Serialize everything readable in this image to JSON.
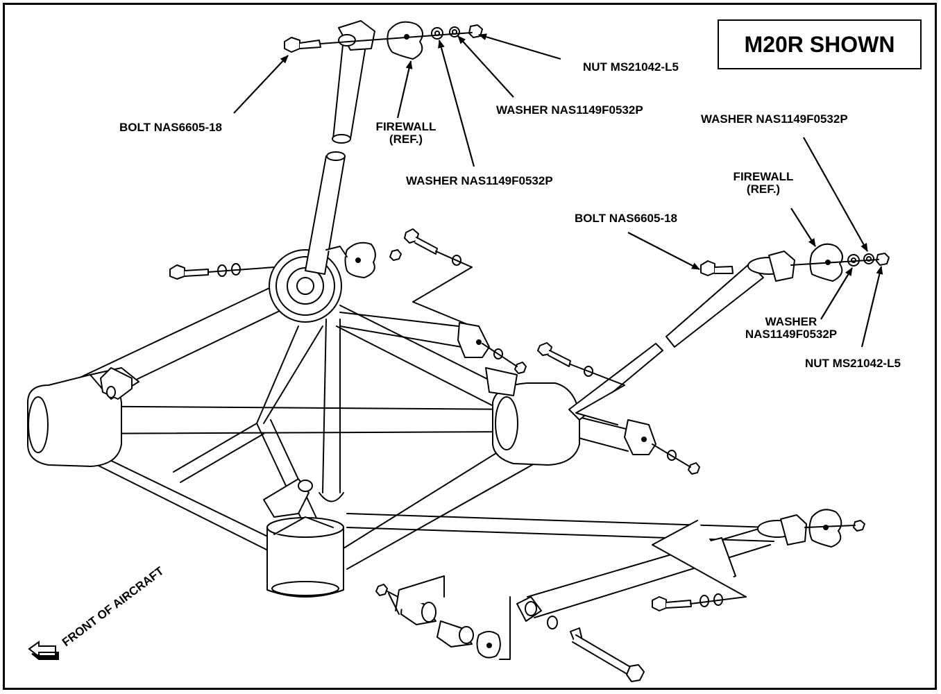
{
  "title": "M20R SHOWN",
  "labels": {
    "nut_top": "NUT MS21042-L5",
    "washer_top": "WASHER NAS1149F0532P",
    "bolt_top": "BOLT NAS6605-18",
    "firewall_top_1": "FIREWALL",
    "firewall_top_2": "(REF.)",
    "washer_mid": "WASHER NAS1149F0532P",
    "washer_right_top": "WASHER NAS1149F0532P",
    "firewall_right_1": "FIREWALL",
    "firewall_right_2": "(REF.)",
    "bolt_right": "BOLT NAS6605-18",
    "washer_right_1": "WASHER",
    "washer_right_2": "NAS1149F0532P",
    "nut_right": "NUT MS21042-L5",
    "front": "FRONT OF AIRCRAFT"
  },
  "icons": {
    "front_arrow": "front-arrow-icon"
  }
}
